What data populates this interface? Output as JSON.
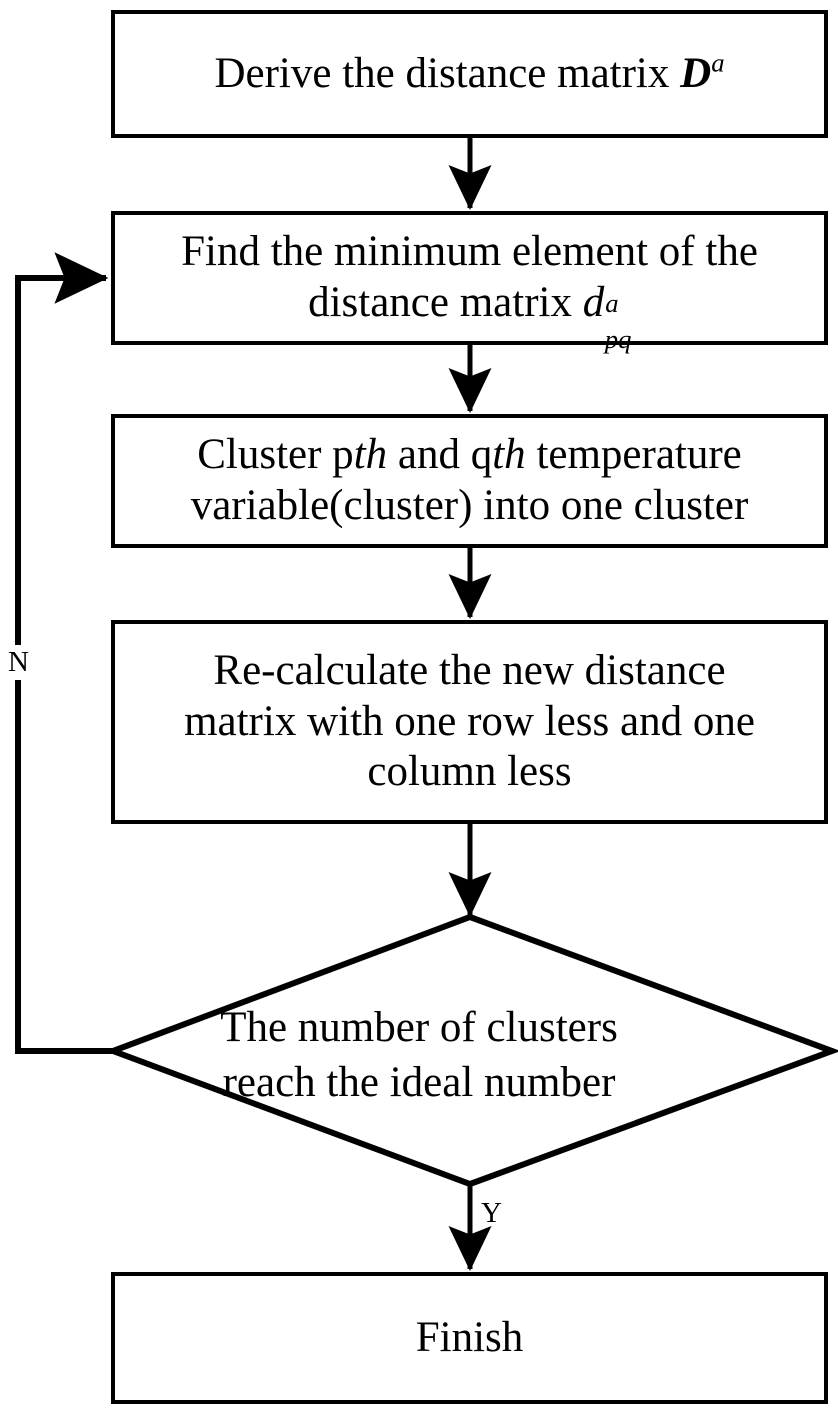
{
  "diagram": {
    "type": "flowchart",
    "title": "Hierarchical clustering procedure flowchart",
    "background_color": "#ffffff",
    "stroke_color": "#000000",
    "nodes": [
      {
        "id": "derive-distance-matrix",
        "shape": "rectangle",
        "lines": [
          "Derive the distance matrix D",
          "a"
        ],
        "text_plain": "Derive the distance matrix D^a",
        "prefix": "Derive the distance matrix ",
        "symbol": "D",
        "superscript": "a"
      },
      {
        "id": "find-minimum-element",
        "shape": "rectangle",
        "line1": "Find the minimum element of the",
        "line2_prefix": "distance matrix ",
        "symbol": "d",
        "superscript": "a",
        "subscript": "pq",
        "text_plain": "Find the minimum element of the distance matrix d^a_pq"
      },
      {
        "id": "cluster-p-q",
        "shape": "rectangle",
        "line1_a": "Cluster p",
        "line1_it1": "th",
        "line1_b": " and q",
        "line1_it2": "th",
        "line1_c": " temperature",
        "line2": "variable(cluster) into one cluster",
        "text_plain": "Cluster pth and qth temperature variable(cluster) into one cluster"
      },
      {
        "id": "recalculate-distance-matrix",
        "shape": "rectangle",
        "line1": "Re-calculate the new distance",
        "line2": "matrix with one row less and one",
        "line3": "column less",
        "text_plain": "Re-calculate the new distance matrix with one row less and one column less"
      },
      {
        "id": "clusters-reach-ideal-number",
        "shape": "diamond",
        "line1": "The number of clusters",
        "line2": "reach the ideal number",
        "text_plain": "The number of clusters reach the ideal number"
      },
      {
        "id": "finish",
        "shape": "rectangle",
        "line1": "Finish",
        "text_plain": "Finish"
      }
    ],
    "edge_labels": {
      "no": "N",
      "yes": "Y"
    }
  }
}
